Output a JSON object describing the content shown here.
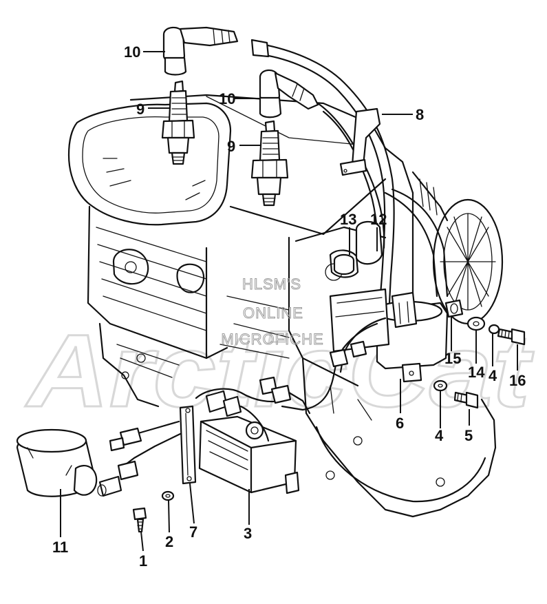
{
  "watermark": {
    "lines": [
      "HLSM'S",
      "ONLINE",
      "MICROFICHE"
    ],
    "brand": "ArcticCat"
  },
  "callouts": [
    {
      "id": "c1",
      "label": "1"
    },
    {
      "id": "c2",
      "label": "2"
    },
    {
      "id": "c3",
      "label": "3"
    },
    {
      "id": "c4a",
      "label": "4"
    },
    {
      "id": "c4b",
      "label": "4"
    },
    {
      "id": "c5",
      "label": "5"
    },
    {
      "id": "c6",
      "label": "6"
    },
    {
      "id": "c7",
      "label": "7"
    },
    {
      "id": "c8",
      "label": "8"
    },
    {
      "id": "c9a",
      "label": "9"
    },
    {
      "id": "c9b",
      "label": "9"
    },
    {
      "id": "c10a",
      "label": "10"
    },
    {
      "id": "c10b",
      "label": "10"
    },
    {
      "id": "c11",
      "label": "11"
    },
    {
      "id": "c12",
      "label": "12"
    },
    {
      "id": "c13",
      "label": "13"
    },
    {
      "id": "c14",
      "label": "14"
    },
    {
      "id": "c15",
      "label": "15"
    },
    {
      "id": "c16",
      "label": "16"
    }
  ]
}
